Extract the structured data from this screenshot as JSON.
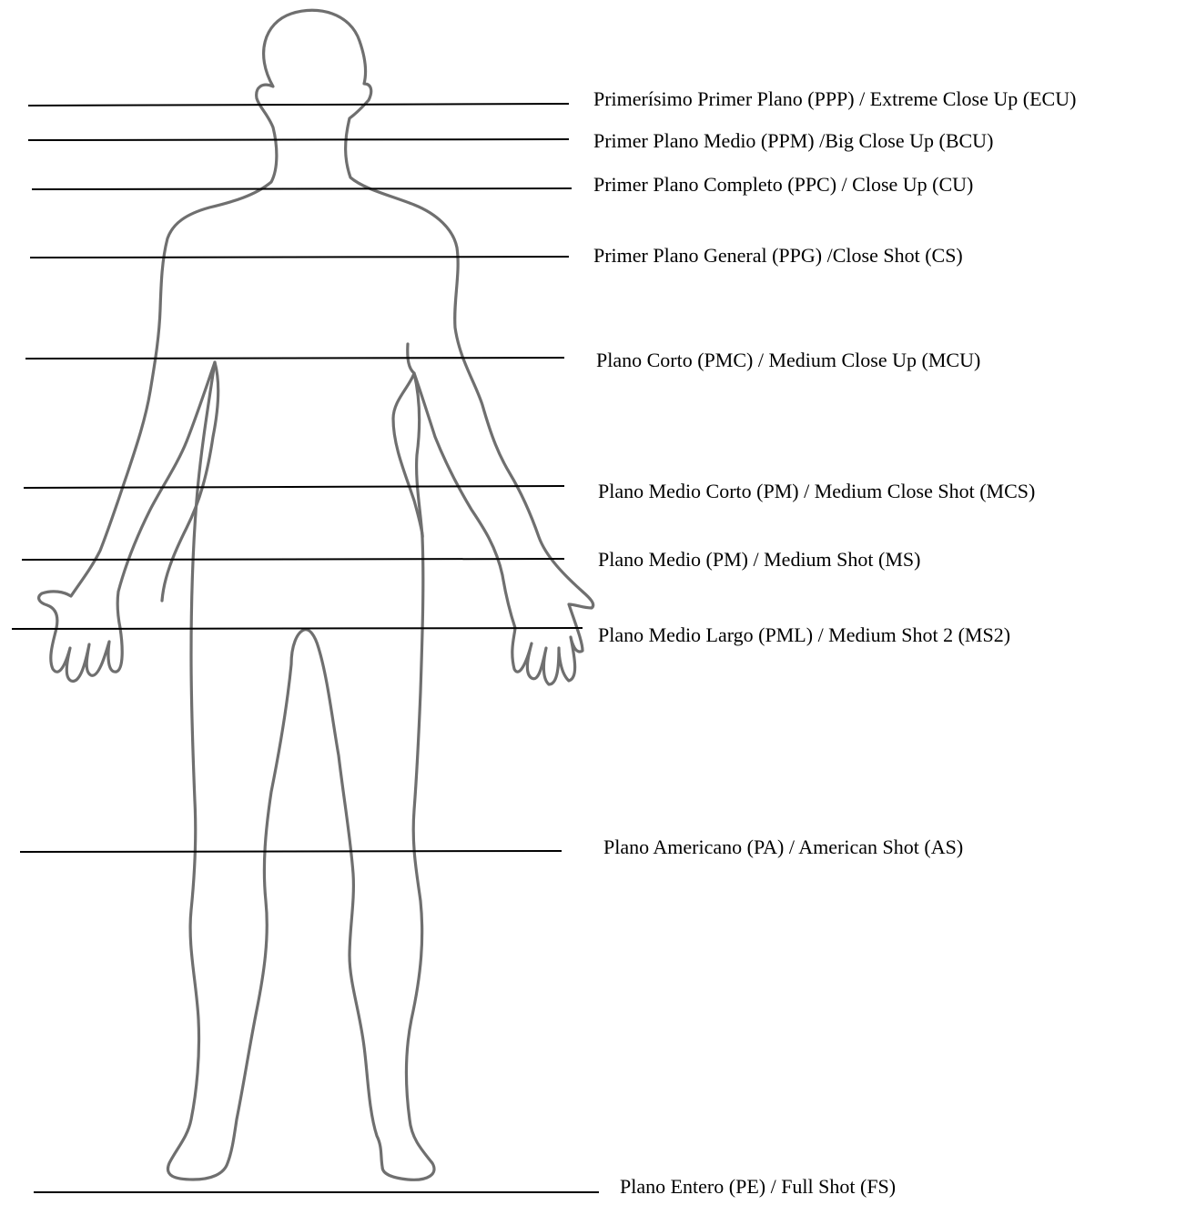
{
  "diagram": {
    "shots": [
      {
        "id": "ecu",
        "label": "Primerísimo Primer Plano (PPP) / Extreme Close Up (ECU)"
      },
      {
        "id": "bcu",
        "label": "Primer Plano Medio (PPM) /Big Close Up (BCU)"
      },
      {
        "id": "cu",
        "label": "Primer Plano Completo (PPC) / Close Up (CU)"
      },
      {
        "id": "cs",
        "label": "Primer Plano General (PPG) /Close Shot (CS)"
      },
      {
        "id": "mcu",
        "label": "Plano Corto (PMC) / Medium Close Up (MCU)"
      },
      {
        "id": "mcs",
        "label": "Plano Medio Corto (PM) / Medium Close Shot (MCS)"
      },
      {
        "id": "ms",
        "label": "Plano Medio (PM) / Medium Shot (MS)"
      },
      {
        "id": "ms2",
        "label": "Plano Medio Largo (PML) / Medium Shot 2 (MS2)"
      },
      {
        "id": "as",
        "label": "Plano Americano (PA) / American Shot (AS)"
      },
      {
        "id": "fs",
        "label": "Plano Entero (PE) / Full Shot (FS)"
      }
    ],
    "colors": {
      "line": "#000000",
      "outline": "#6f6f6f",
      "text": "#000000",
      "background": "#ffffff"
    }
  }
}
